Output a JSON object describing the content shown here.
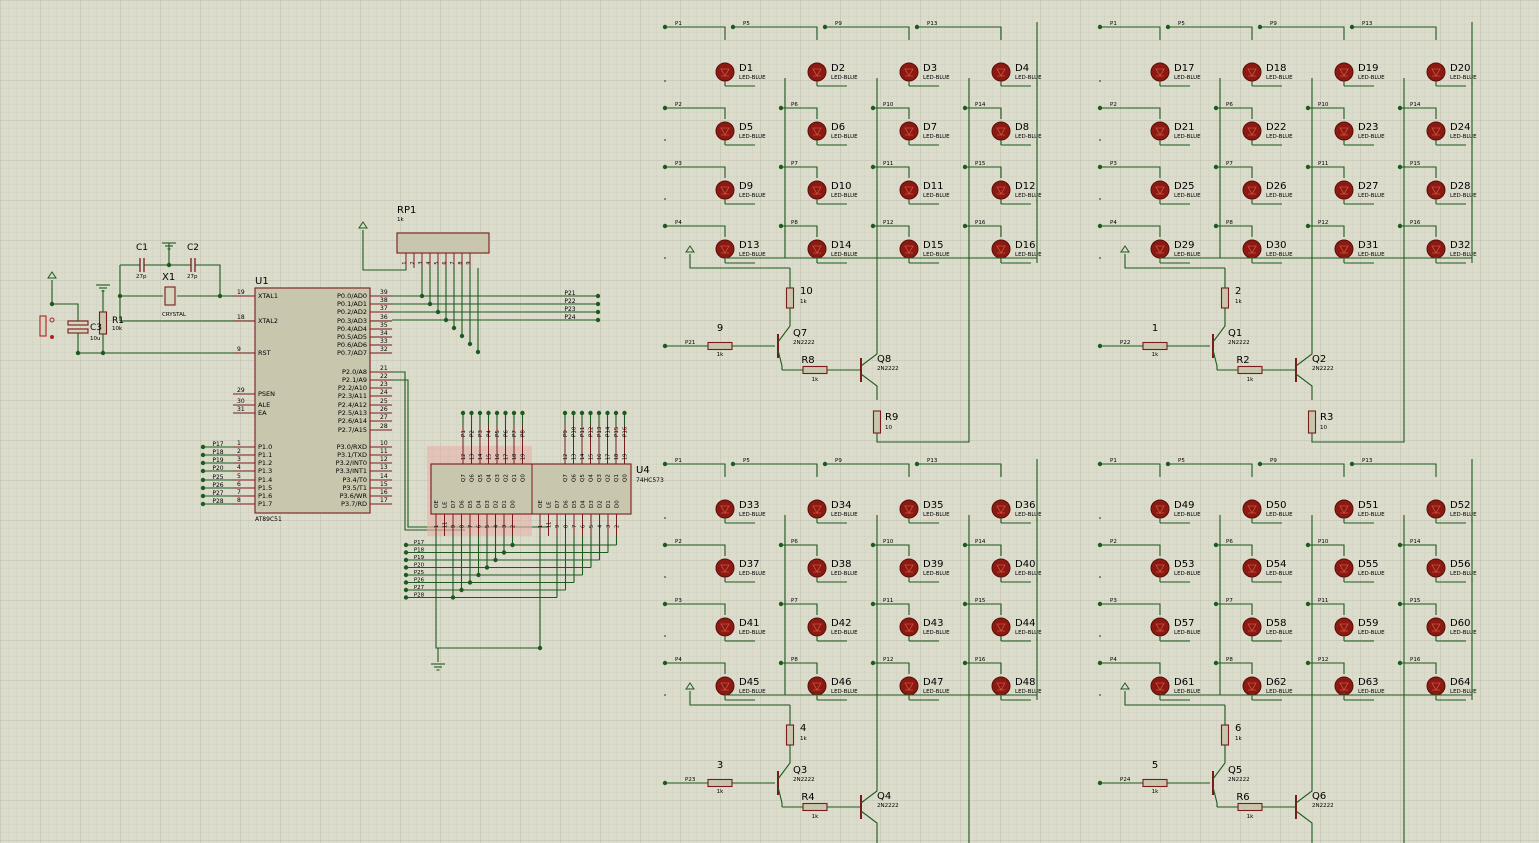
{
  "colors": {
    "background": "#dcdccc",
    "grid_minor": "#c7c8b6",
    "grid_major": "#b5b6a3",
    "wire": "#1d5a1d",
    "part_outline": "#7a1a1a",
    "part_fill": "#c9c6ae",
    "led_fill": "#8b1a12",
    "led_glow": "#c03020",
    "highlight": "#e8b0a8"
  },
  "mcu": {
    "ref": "U1",
    "part": "AT89C51",
    "left_pins": [
      {
        "num": "19",
        "name": "XTAL1"
      },
      {
        "num": "18",
        "name": "XTAL2"
      },
      {
        "num": "9",
        "name": "RST"
      },
      {
        "num": "29",
        "name": "PSEN"
      },
      {
        "num": "30",
        "name": "ALE"
      },
      {
        "num": "31",
        "name": "EA"
      },
      {
        "num": "1",
        "name": "P1.0"
      },
      {
        "num": "2",
        "name": "P1.1"
      },
      {
        "num": "3",
        "name": "P1.2"
      },
      {
        "num": "4",
        "name": "P1.3"
      },
      {
        "num": "5",
        "name": "P1.4"
      },
      {
        "num": "6",
        "name": "P1.5"
      },
      {
        "num": "7",
        "name": "P1.6"
      },
      {
        "num": "8",
        "name": "P1.7"
      }
    ],
    "right_pins": [
      {
        "num": "39",
        "name": "P0.0/AD0"
      },
      {
        "num": "38",
        "name": "P0.1/AD1"
      },
      {
        "num": "37",
        "name": "P0.2/AD2"
      },
      {
        "num": "36",
        "name": "P0.3/AD3"
      },
      {
        "num": "35",
        "name": "P0.4/AD4"
      },
      {
        "num": "34",
        "name": "P0.5/AD5"
      },
      {
        "num": "33",
        "name": "P0.6/AD6"
      },
      {
        "num": "32",
        "name": "P0.7/AD7"
      },
      {
        "num": "21",
        "name": "P2.0/A8"
      },
      {
        "num": "22",
        "name": "P2.1/A9"
      },
      {
        "num": "23",
        "name": "P2.2/A10"
      },
      {
        "num": "24",
        "name": "P2.3/A11"
      },
      {
        "num": "25",
        "name": "P2.4/A12"
      },
      {
        "num": "26",
        "name": "P2.5/A13"
      },
      {
        "num": "27",
        "name": "P2.6/A14"
      },
      {
        "num": "28",
        "name": "P2.7/A15"
      },
      {
        "num": "10",
        "name": "P3.0/RXD"
      },
      {
        "num": "11",
        "name": "P3.1/TXD"
      },
      {
        "num": "12",
        "name": "P3.2/INT0"
      },
      {
        "num": "13",
        "name": "P3.3/INT1"
      },
      {
        "num": "14",
        "name": "P3.4/T0"
      },
      {
        "num": "15",
        "name": "P3.5/T1"
      },
      {
        "num": "16",
        "name": "P3.6/WR"
      },
      {
        "num": "17",
        "name": "P3.7/RD"
      }
    ],
    "p1_nets": [
      "P17",
      "P18",
      "P19",
      "P20",
      "P25",
      "P26",
      "P27",
      "P28"
    ],
    "p0_nets": [
      "P21",
      "P22",
      "P23",
      "P24"
    ]
  },
  "crystal": {
    "ref": "X1",
    "value": "CRYSTAL"
  },
  "caps": [
    {
      "ref": "C1",
      "value": "27p"
    },
    {
      "ref": "C2",
      "value": "27p"
    },
    {
      "ref": "C3",
      "value": "10u"
    }
  ],
  "reset_res": {
    "ref": "R1",
    "value": "10k"
  },
  "rp1": {
    "ref": "RP1",
    "value": "1k",
    "pins": [
      "1",
      "2",
      "3",
      "4",
      "5",
      "6",
      "7",
      "8",
      "9"
    ]
  },
  "latch": {
    "ref": "U4",
    "part": "74HC573",
    "top_left_nums": [
      "12",
      "13",
      "14",
      "15",
      "16",
      "17",
      "18",
      "19"
    ],
    "top_left_names": [
      "Q7",
      "Q6",
      "Q5",
      "Q4",
      "Q3",
      "Q2",
      "Q1",
      "Q0"
    ],
    "top_left_nets": [
      "P1",
      "P2",
      "P3",
      "P4",
      "P5",
      "P6",
      "P7",
      "P8"
    ],
    "bot_left_names": [
      "OE",
      "LE",
      "D7",
      "D6",
      "D5",
      "D4",
      "D3",
      "D2",
      "D1",
      "D0"
    ],
    "bot_left_nums": [
      "1",
      "11",
      "9",
      "8",
      "7",
      "6",
      "5",
      "4",
      "3",
      "2"
    ],
    "top_right_nums": [
      "12",
      "13",
      "14",
      "15",
      "16",
      "17",
      "18",
      "19"
    ],
    "top_right_names": [
      "Q7",
      "Q6",
      "Q5",
      "Q4",
      "Q3",
      "Q2",
      "Q1",
      "Q0"
    ],
    "top_right_nets": [
      "P9",
      "P10",
      "P11",
      "P12",
      "P13",
      "P14",
      "P15",
      "P16"
    ],
    "bot_right_names": [
      "OE",
      "LE",
      "D7",
      "D6",
      "D5",
      "D4",
      "D3",
      "D2",
      "D1",
      "D0"
    ],
    "bot_right_nums": [
      "1",
      "11",
      "9",
      "8",
      "7",
      "6",
      "5",
      "4",
      "3",
      "2"
    ],
    "bus_nets": [
      "P17",
      "P18",
      "P19",
      "P20",
      "P25",
      "P26",
      "P27",
      "P28"
    ]
  },
  "led_value": "LED-BLUE",
  "matrices": [
    {
      "col_nets": [
        "P1",
        "P5",
        "P9",
        "P13"
      ],
      "row_nets": [
        "P1",
        "P2",
        "P3",
        "P4"
      ],
      "row_col_nets": [
        [
          "P5",
          "P9",
          "P13"
        ],
        [
          "P6",
          "P10",
          "P14"
        ],
        [
          "P7",
          "P11",
          "P15"
        ],
        [
          "P8",
          "P12",
          "P16"
        ]
      ],
      "leds": [
        "D1",
        "D2",
        "D3",
        "D4",
        "D5",
        "D6",
        "D7",
        "D8",
        "D9",
        "D10",
        "D11",
        "D12",
        "D13",
        "D14",
        "D15",
        "D16"
      ],
      "driver": {
        "in_net": "P21",
        "r_base": {
          "ref": "9",
          "value": "1k"
        },
        "r_pull": {
          "ref": "10",
          "value": "1k"
        },
        "r_mid": {
          "ref": "R8",
          "value": "1k"
        },
        "r_out": {
          "ref": "R9",
          "value": "10"
        },
        "q_a": {
          "ref": "Q7",
          "part": "2N2222"
        },
        "q_b": {
          "ref": "Q8",
          "part": "2N2222"
        }
      }
    },
    {
      "col_nets": [
        "P1",
        "P5",
        "P9",
        "P13"
      ],
      "row_nets": [
        "P1",
        "P2",
        "P3",
        "P4"
      ],
      "row_col_nets": [
        [
          "P5",
          "P9",
          "P13"
        ],
        [
          "P6",
          "P10",
          "P14"
        ],
        [
          "P7",
          "P11",
          "P15"
        ],
        [
          "P8",
          "P12",
          "P16"
        ]
      ],
      "leds": [
        "D17",
        "D18",
        "D19",
        "D20",
        "D21",
        "D22",
        "D23",
        "D24",
        "D25",
        "D26",
        "D27",
        "D28",
        "D29",
        "D30",
        "D31",
        "D32"
      ],
      "driver": {
        "in_net": "P22",
        "r_base": {
          "ref": "1",
          "value": "1k"
        },
        "r_pull": {
          "ref": "2",
          "value": "1k"
        },
        "r_mid": {
          "ref": "R2",
          "value": "1k"
        },
        "r_out": {
          "ref": "R3",
          "value": "10"
        },
        "q_a": {
          "ref": "Q1",
          "part": "2N2222"
        },
        "q_b": {
          "ref": "Q2",
          "part": "2N2222"
        }
      }
    },
    {
      "col_nets": [
        "P1",
        "P5",
        "P9",
        "P13"
      ],
      "row_nets": [
        "P1",
        "P2",
        "P3",
        "P4"
      ],
      "row_col_nets": [
        [
          "P5",
          "P9",
          "P13"
        ],
        [
          "P6",
          "P10",
          "P14"
        ],
        [
          "P7",
          "P11",
          "P15"
        ],
        [
          "P8",
          "P12",
          "P16"
        ]
      ],
      "leds": [
        "D33",
        "D34",
        "D35",
        "D36",
        "D37",
        "D38",
        "D39",
        "D40",
        "D41",
        "D42",
        "D43",
        "D44",
        "D45",
        "D46",
        "D47",
        "D48"
      ],
      "driver": {
        "in_net": "P23",
        "r_base": {
          "ref": "3",
          "value": "1k"
        },
        "r_pull": {
          "ref": "4",
          "value": "1k"
        },
        "r_mid": {
          "ref": "R4",
          "value": "1k"
        },
        "q_a": {
          "ref": "Q3",
          "part": "2N2222"
        },
        "q_b": {
          "ref": "Q4",
          "part": "2N2222"
        }
      }
    },
    {
      "col_nets": [
        "P1",
        "P5",
        "P9",
        "P13"
      ],
      "row_nets": [
        "P1",
        "P2",
        "P3",
        "P4"
      ],
      "row_col_nets": [
        [
          "P5",
          "P9",
          "P13"
        ],
        [
          "P6",
          "P10",
          "P14"
        ],
        [
          "P7",
          "P11",
          "P15"
        ],
        [
          "P8",
          "P12",
          "P16"
        ]
      ],
      "leds": [
        "D49",
        "D50",
        "D51",
        "D52",
        "D53",
        "D54",
        "D55",
        "D56",
        "D57",
        "D58",
        "D59",
        "D60",
        "D61",
        "D62",
        "D63",
        "D64"
      ],
      "driver": {
        "in_net": "P24",
        "r_base": {
          "ref": "5",
          "value": "1k"
        },
        "r_pull": {
          "ref": "6",
          "value": "1k"
        },
        "r_mid": {
          "ref": "R6",
          "value": "1k"
        },
        "q_a": {
          "ref": "Q5",
          "part": "2N2222"
        },
        "q_b": {
          "ref": "Q6",
          "part": "2N2222"
        }
      }
    }
  ]
}
